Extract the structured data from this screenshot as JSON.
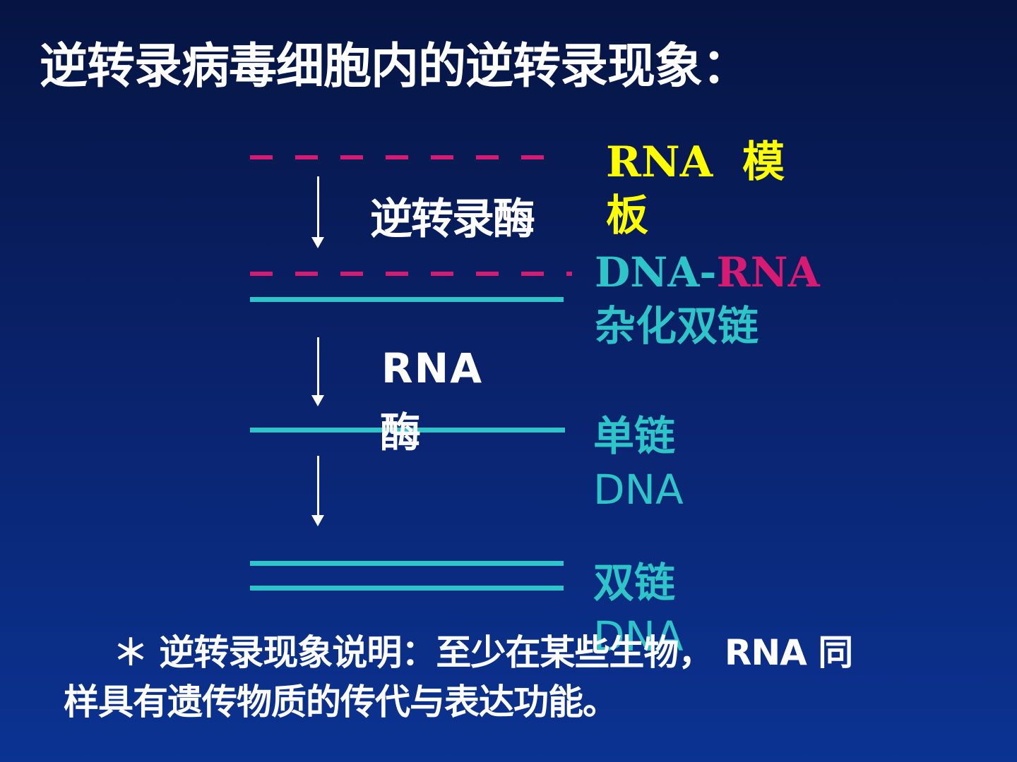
{
  "title": "逆转录病毒细胞内的逆转录现象：",
  "diagram": {
    "enzyme_1": "逆转录酶",
    "enzyme_2_line1": "RNA",
    "enzyme_2_line2": "酶",
    "label_rna_template_part1": "RNA",
    "label_rna_template_part2": "模",
    "label_rna_template_part3": "板",
    "label_hybrid_dna": "DNA-",
    "label_hybrid_rna": "RNA",
    "label_hybrid_text": "杂化双链",
    "label_ss_text": "单链",
    "label_ss_dna": "DNA",
    "label_ds_text": "双链",
    "label_ds_dna": "DNA"
  },
  "note": {
    "line1": "＊  逆转录现象说明：至少在某些生物， RNA 同",
    "line2": "样具有遗传物质的传代与表达功能。"
  },
  "colors": {
    "rna_strand": "#d81b72",
    "dna_strand": "#2ec5c8",
    "template_label": "#ffff00",
    "text": "#ffffff"
  }
}
